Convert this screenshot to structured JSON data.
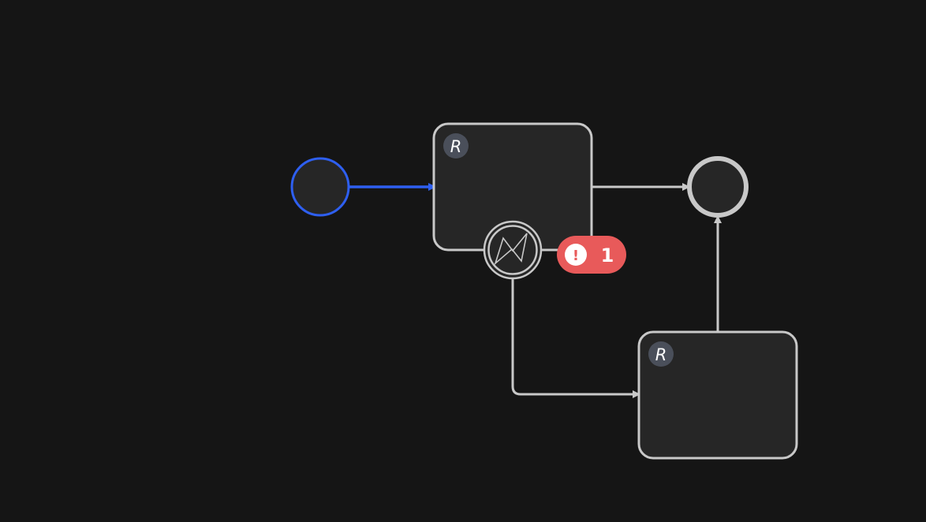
{
  "diagram": {
    "colors": {
      "background": "#151515",
      "stroke": "#c8c8c8",
      "node_fill": "#262626",
      "selected": "#2e5ff0",
      "error": "#e85a5a",
      "task_icon_bg": "#4a4f5a"
    },
    "nodes": {
      "start_event": {
        "type": "start-event",
        "selected": true
      },
      "task_1": {
        "type": "task",
        "icon": "rule-task-icon",
        "icon_label": "R"
      },
      "task_2": {
        "type": "task",
        "icon": "rule-task-icon",
        "icon_label": "R"
      },
      "boundary_event": {
        "type": "error-boundary-event",
        "icon": "lightning-icon"
      },
      "end_event": {
        "type": "end-event"
      }
    },
    "error_badge": {
      "icon": "exclamation-icon",
      "symbol": "!",
      "count": "1"
    },
    "flows": [
      {
        "from": "start_event",
        "to": "task_1",
        "selected": true
      },
      {
        "from": "task_1",
        "to": "end_event"
      },
      {
        "from": "boundary_event",
        "to": "task_2"
      },
      {
        "from": "task_2",
        "to": "end_event"
      }
    ]
  }
}
